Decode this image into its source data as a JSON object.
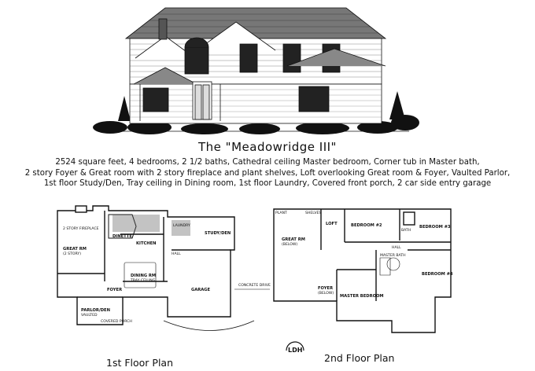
{
  "title": "The \"Meadowridge III\"",
  "description": [
    "2524 square feet,   4 bedrooms,   2 1/2 baths,   Cathedral ceiling Master bedroom, Corner tub in Master bath,",
    "2 story Foyer & Great room with 2 story fireplace and plant shelves,   Loft overlooking Great room & Foyer, Vaulted Parlor,",
    "1st floor Study/Den,   Tray ceiling in Dining room,   1st floor Laundry,   Covered front porch,   2 car side entry garage"
  ],
  "first_floor": {
    "caption": "1st Floor Plan",
    "labels": {
      "great_rm": "GREAT RM",
      "great_rm_note": "(2 STORY)",
      "dinette": "DINETTE",
      "kitchen": "KITCHEN",
      "laundry": "LAUNDRY",
      "study_den": "STUDY/DEN",
      "hall": "HALL",
      "foyer": "FOYER",
      "dining_rm": "DINING RM",
      "dining_note": "TRAY CEILING",
      "garage": "GARAGE",
      "concrete_drive": "CONCRETE DRIVE",
      "parlor_den": "PARLOR/DEN",
      "parlor_note": "VAULTED",
      "covered_porch": "COVERED PORCH",
      "fireplace_note": "2 STORY FIREPLACE"
    }
  },
  "second_floor": {
    "caption": "2nd Floor Plan",
    "labels": {
      "great_rm": "GREAT RM",
      "great_rm_note": "(BELOW)",
      "loft": "LOFT",
      "bedroom2": "BEDROOM #2",
      "bedroom3": "BEDROOM #3",
      "bedroom4": "BEDROOM #4",
      "bath": "BATH",
      "hall": "HALL",
      "foyer": "FOYER",
      "foyer_note": "(BELOW)",
      "master_bedroom": "MASTER BEDROOM",
      "master_bath": "MASTER BATH",
      "plant": "PLANT",
      "shelves": "SHELVES"
    },
    "logo_text": "LDH"
  }
}
